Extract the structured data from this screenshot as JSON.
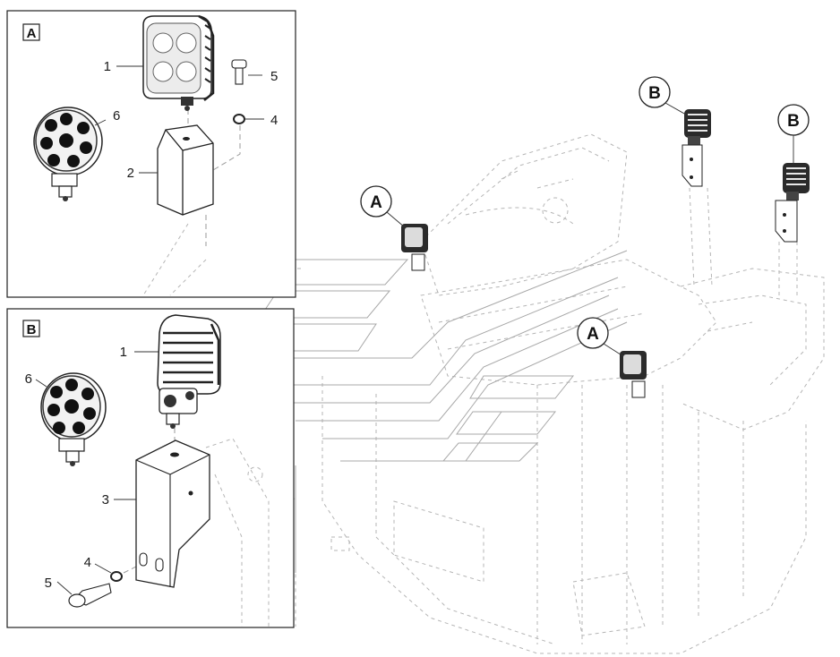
{
  "detail_a": {
    "label": "A",
    "parts": {
      "p1": "1",
      "p2": "2",
      "p4": "4",
      "p5": "5",
      "p6": "6"
    }
  },
  "detail_b": {
    "label": "B",
    "parts": {
      "p1": "1",
      "p3": "3",
      "p4": "4",
      "p5": "5",
      "p6": "6"
    }
  },
  "callouts": {
    "a_upper": "A",
    "a_lower": "A",
    "b_left": "B",
    "b_right": "B"
  }
}
